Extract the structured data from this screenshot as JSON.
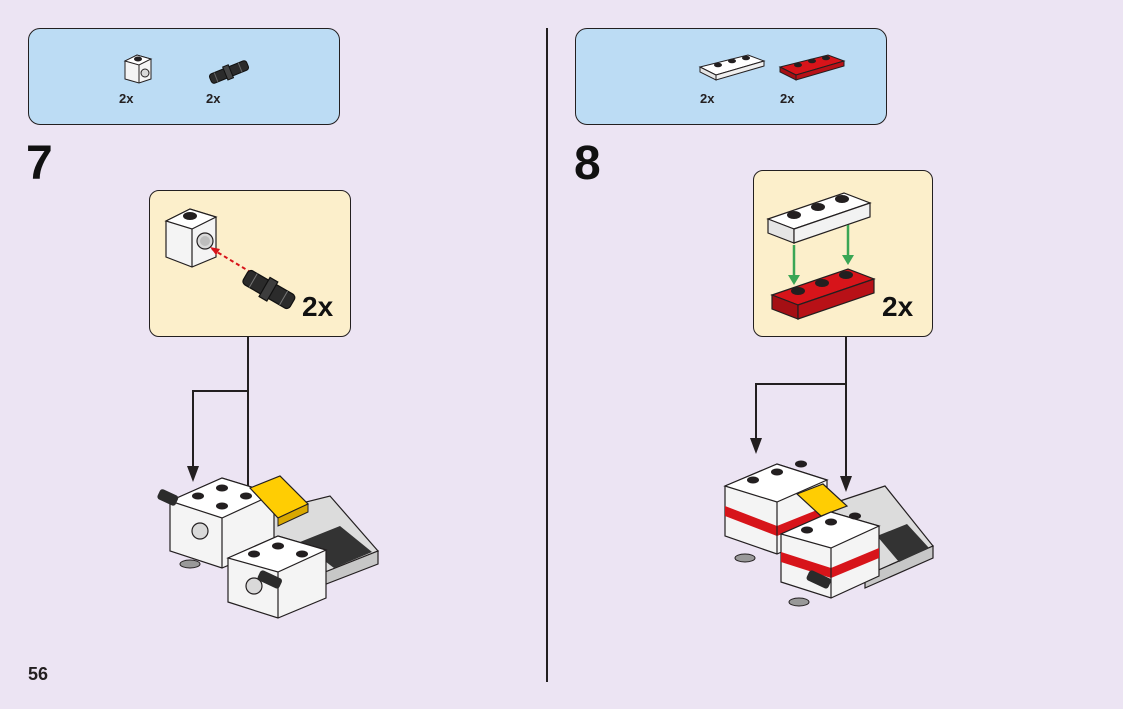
{
  "page": {
    "number": "56"
  },
  "steps": [
    {
      "number": "7",
      "parts": [
        {
          "icon": "white-brick-with-hole-icon",
          "qty": "2x"
        },
        {
          "icon": "black-connector-pin-icon",
          "qty": "2x"
        }
      ],
      "subassembly_qty": "2x"
    },
    {
      "number": "8",
      "parts": [
        {
          "icon": "white-plate-1x3-icon",
          "qty": "2x"
        },
        {
          "icon": "red-plate-1x3-icon",
          "qty": "2x"
        }
      ],
      "subassembly_qty": "2x"
    }
  ],
  "colors": {
    "background": "#ece4f3",
    "parts_box": "#bcdcf4",
    "subassembly_box": "#fcefcb",
    "brick_red": "#d7141a",
    "brick_yellow": "#ffcd03",
    "guide_green": "#3aa655",
    "guide_red": "#d7141a"
  }
}
